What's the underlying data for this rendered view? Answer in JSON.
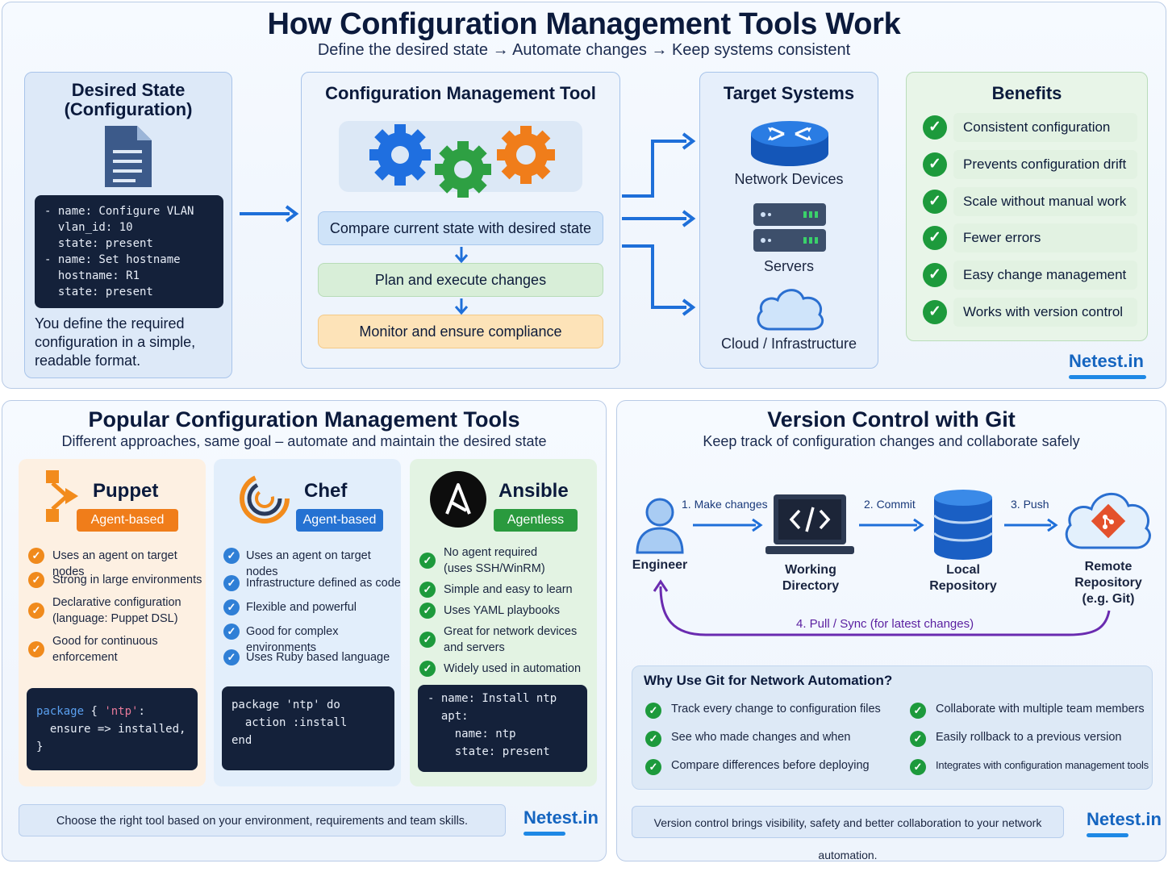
{
  "header": {
    "title": "How Configuration Management Tools Work",
    "subtitle": "Define the desired state → Automate changes → Keep systems consistent"
  },
  "desired_state": {
    "title_line1": "Desired State",
    "title_line2": "(Configuration)",
    "code": "- name: Configure VLAN\n  vlan_id: 10\n  state: present\n- name: Set hostname\n  hostname: R1\n  state: present",
    "description": "You define the required configuration in a simple, readable format."
  },
  "cm_tool": {
    "title": "Configuration Management Tool",
    "steps": [
      "Compare current state with desired state",
      "Plan and execute changes",
      "Monitor and ensure compliance"
    ]
  },
  "targets": {
    "title": "Target Systems",
    "items": [
      "Network Devices",
      "Servers",
      "Cloud / Infrastructure"
    ]
  },
  "benefits": {
    "title": "Benefits",
    "items": [
      "Consistent configuration",
      "Prevents configuration drift",
      "Scale without manual work",
      "Fewer errors",
      "Easy change management",
      "Works with version control"
    ]
  },
  "brand": "Netest.in",
  "popular": {
    "title": "Popular Configuration Management Tools",
    "subtitle": "Different approaches, same goal – automate and maintain the desired state",
    "footer": "Choose the right tool based on your environment, requirements and team skills.",
    "tools": [
      {
        "name": "Puppet",
        "badge": "Agent-based",
        "features": [
          "Uses an agent on target nodes",
          "Strong in large environments",
          "Declarative configuration\n(language: Puppet DSL)",
          "Good for continuous\nenforcement"
        ],
        "code": "package { 'ntp':\n  ensure => installed,\n}"
      },
      {
        "name": "Chef",
        "badge": "Agent-based",
        "features": [
          "Uses an agent on target nodes",
          "Infrastructure defined as code",
          "Flexible and powerful",
          "Good for complex environments",
          "Uses Ruby based language"
        ],
        "code": "package 'ntp' do\n  action :install\nend"
      },
      {
        "name": "Ansible",
        "badge": "Agentless",
        "features": [
          "No agent required\n(uses SSH/WinRM)",
          "Simple and easy to learn",
          "Uses YAML playbooks",
          "Great for network devices\nand servers",
          "Widely used in automation"
        ],
        "code": "- name: Install ntp\n  apt:\n    name: ntp\n    state: present"
      }
    ]
  },
  "git": {
    "title": "Version Control with Git",
    "subtitle": "Keep track of configuration changes and collaborate safely",
    "nodes": [
      "Engineer",
      "Working\nDirectory",
      "Local\nRepository",
      "Remote\nRepository\n(e.g. Git)"
    ],
    "steps": [
      "1. Make changes",
      "2. Commit",
      "3. Push",
      "4. Pull / Sync (for latest changes)"
    ],
    "why_title": "Why Use Git for Network Automation?",
    "why_items": [
      "Track every change to configuration files",
      "See who made changes and when",
      "Compare differences before deploying",
      "Collaborate with multiple team members",
      "Easily rollback to a previous version",
      "Integrates with configuration management tools"
    ],
    "footer": "Version control brings visibility, safety and better collaboration to your network automation."
  },
  "colors": {
    "accent_blue": "#1e6fd9",
    "green": "#1d9a3c",
    "orange": "#f08a1c",
    "purple": "#6a2bb0"
  },
  "icons": {
    "document": "document-icon",
    "gears": "gears-icon",
    "router": "router-icon",
    "server": "server-icon",
    "cloud": "cloud-icon",
    "check": "check-circle-icon",
    "engineer": "person-icon",
    "laptop": "laptop-code-icon",
    "database": "database-icon",
    "git": "git-icon"
  }
}
